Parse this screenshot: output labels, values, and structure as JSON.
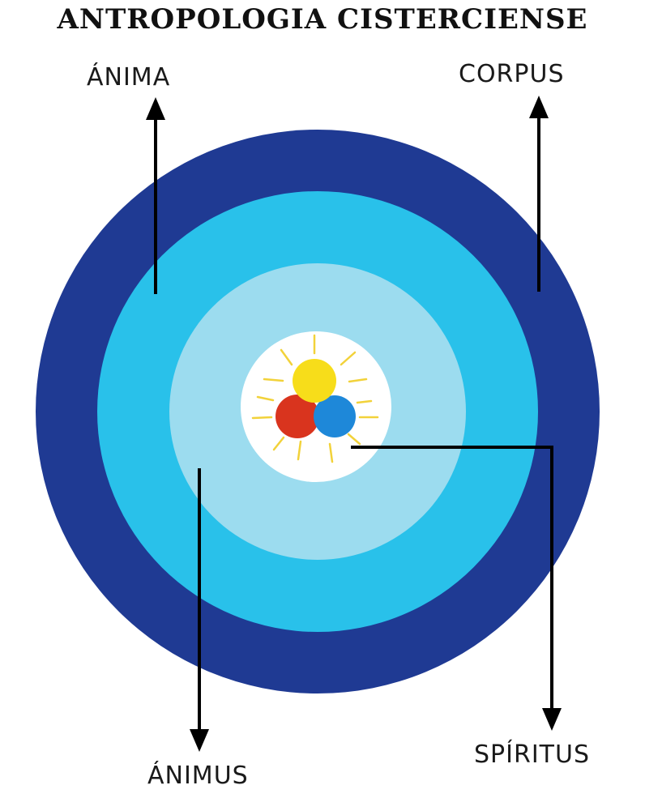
{
  "title": "ANTROPOLOGIA CISTERCIENSE",
  "labels": {
    "anima": "ÁNIMA",
    "corpus": "CORPUS",
    "animus": "ÁNIMUS",
    "spiritus": "SPÍRITUS"
  },
  "colors": {
    "outer_ring": "#1f3a93",
    "middle_ring": "#29c1ea",
    "inner_ring": "#9cdcef",
    "core": "#ffffff",
    "yellow_circle": "#f7dd1a",
    "red_circle": "#d9341e",
    "blue_circle": "#1e88d9",
    "rays": "#f2d23a",
    "arrows": "#000000"
  }
}
